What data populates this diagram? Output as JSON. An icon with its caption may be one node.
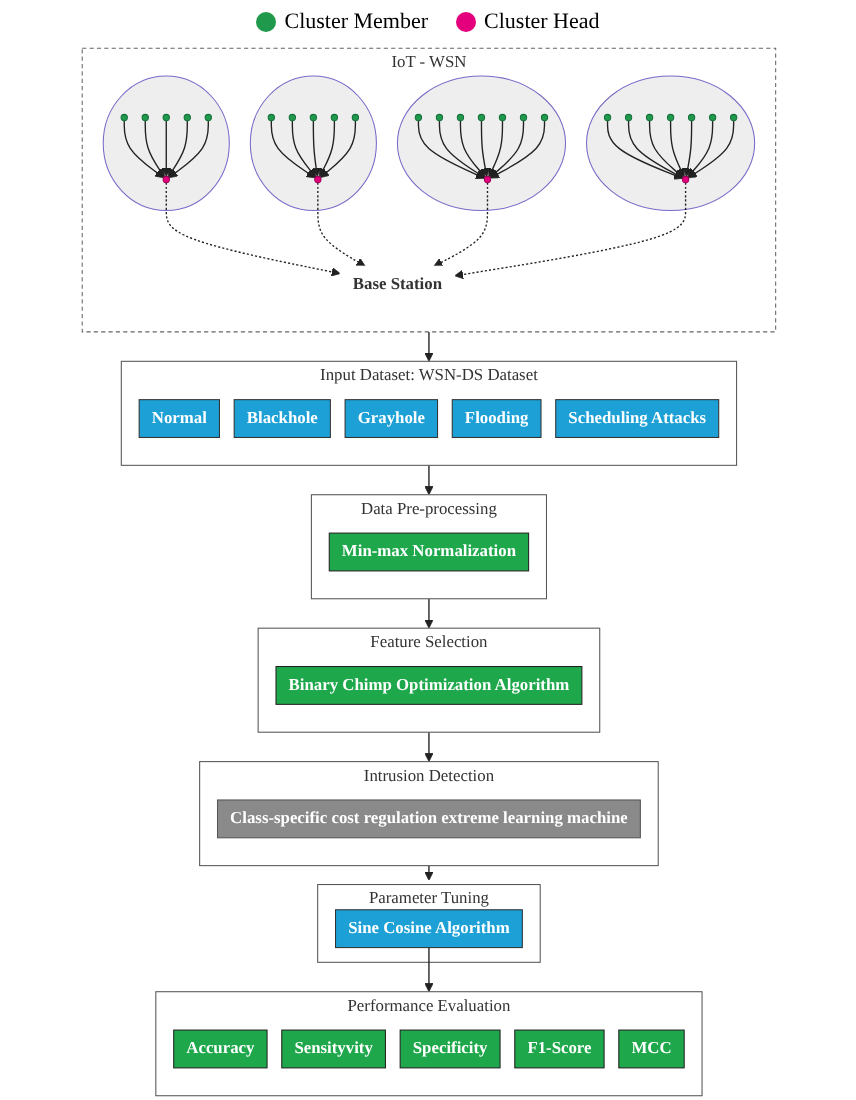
{
  "diagram": {
    "nodes": [
      {
        "text": [
          "IoT - WSN"
        ]
      },
      {
        "text": [],
        "shape": "ellipse",
        "in": 0
      },
      {
        "text": [],
        "shape": "circle",
        "in": 1
      },
      {
        "text": [],
        "shape": "circle",
        "in": 1
      },
      {
        "text": [],
        "shape": "circle",
        "in": 1
      },
      {
        "text": [],
        "shape": "circle",
        "in": 1
      },
      {
        "text": [],
        "shape": "circle",
        "in": 1
      },
      {
        "text": [],
        "shape": "circle",
        "in": 1
      },
      {
        "text": [],
        "shape": "ellipse",
        "in": 0
      },
      {
        "text": [],
        "shape": "circle",
        "in": 8
      },
      {
        "text": [],
        "shape": "circle",
        "in": 8
      },
      {
        "text": [],
        "shape": "circle",
        "in": 8
      },
      {
        "text": [],
        "shape": "circle",
        "in": 8
      },
      {
        "text": [],
        "shape": "circle",
        "in": 8
      },
      {
        "text": [],
        "shape": "circle",
        "in": 8
      },
      {
        "text": [],
        "shape": "ellipse",
        "in": 0
      },
      {
        "text": [],
        "shape": "circle",
        "in": 15
      },
      {
        "text": [],
        "shape": "circle",
        "in": 15
      },
      {
        "text": [],
        "shape": "circle",
        "in": 15
      },
      {
        "text": [],
        "shape": "circle",
        "in": 15
      },
      {
        "text": [],
        "shape": "circle",
        "in": 15
      },
      {
        "text": [],
        "shape": "circle",
        "in": 15
      },
      {
        "text": [],
        "shape": "circle",
        "in": 15
      },
      {
        "text": [],
        "shape": "circle",
        "in": 15
      },
      {
        "text": [],
        "shape": "ellipse",
        "in": 0
      },
      {
        "text": [],
        "shape": "circle",
        "in": 24
      },
      {
        "text": [],
        "shape": "circle",
        "in": 24
      },
      {
        "text": [],
        "shape": "circle",
        "in": 24
      },
      {
        "text": [],
        "shape": "circle",
        "in": 24
      },
      {
        "text": [],
        "shape": "circle",
        "in": 24
      },
      {
        "text": [],
        "shape": "circle",
        "in": 24
      },
      {
        "text": [],
        "shape": "circle",
        "in": 24
      },
      {
        "text": [],
        "shape": "circle",
        "in": 24
      },
      {
        "text": [
          "Base Station"
        ],
        "in": 0
      },
      {
        "text": [
          "Input Dataset: WSN-DS Dataset"
        ]
      },
      {
        "text": [
          "Normal"
        ],
        "in": 34
      },
      {
        "text": [
          "Blackhole"
        ],
        "in": 34
      },
      {
        "text": [
          "Grayhole"
        ],
        "in": 34
      },
      {
        "text": [
          "Flooding"
        ],
        "in": 34
      },
      {
        "text": [
          "Scheduling Attacks"
        ],
        "in": 34
      },
      {
        "text": [
          "Feature Selection"
        ]
      },
      {
        "text": [
          "Binary Chimp Optimization Algorithm"
        ],
        "in": 40
      },
      {
        "text": [
          "Data Pre-processing"
        ]
      },
      {
        "text": [
          "Min-max Normalization"
        ],
        "in": 42
      },
      {
        "text": [
          "Intrusion Detection"
        ]
      },
      {
        "text": [
          "Class-specific cost regulation extreme learning machine"
        ],
        "in": 44
      },
      {
        "text": [
          "Parameter Tuning"
        ]
      },
      {
        "text": [
          "Sine Cosine Algorithm"
        ],
        "in": 46
      },
      {
        "text": [
          "Performance Evaluation"
        ]
      },
      {
        "text": [
          "Accuracy"
        ],
        "in": 48
      },
      {
        "text": [
          "Sensityvity"
        ],
        "in": 48
      },
      {
        "text": [
          "Specificity"
        ],
        "in": 48
      },
      {
        "text": [
          "F1-Score"
        ],
        "in": 48
      },
      {
        "text": [
          "MCC"
        ],
        "in": 48
      }
    ],
    "edges": [
      {
        "from": 3,
        "to": 2,
        "arrow": "to"
      },
      {
        "from": 4,
        "to": 2,
        "arrow": "to"
      },
      {
        "from": 5,
        "to": 2,
        "arrow": "to"
      },
      {
        "from": 6,
        "to": 2,
        "arrow": "to"
      },
      {
        "from": 7,
        "to": 2,
        "arrow": "to"
      },
      {
        "from": 10,
        "to": 9,
        "arrow": "to"
      },
      {
        "from": 11,
        "to": 9,
        "arrow": "to"
      },
      {
        "from": 12,
        "to": 9,
        "arrow": "to"
      },
      {
        "from": 13,
        "to": 9,
        "arrow": "to"
      },
      {
        "from": 14,
        "to": 9,
        "arrow": "to"
      },
      {
        "from": 17,
        "to": 16,
        "arrow": "to"
      },
      {
        "from": 18,
        "to": 16,
        "arrow": "to"
      },
      {
        "from": 19,
        "to": 16,
        "arrow": "to"
      },
      {
        "from": 20,
        "to": 16,
        "arrow": "to"
      },
      {
        "from": 21,
        "to": 16,
        "arrow": "to"
      },
      {
        "from": 22,
        "to": 16,
        "arrow": "to"
      },
      {
        "from": 23,
        "to": 16,
        "arrow": "to"
      },
      {
        "from": 26,
        "to": 25,
        "arrow": "to"
      },
      {
        "from": 27,
        "to": 25,
        "arrow": "to"
      },
      {
        "from": 28,
        "to": 25,
        "arrow": "to"
      },
      {
        "from": 29,
        "to": 25,
        "arrow": "to"
      },
      {
        "from": 30,
        "to": 25,
        "arrow": "to"
      },
      {
        "from": 31,
        "to": 25,
        "arrow": "to"
      },
      {
        "from": 32,
        "to": 25,
        "arrow": "to"
      },
      {
        "from": 2,
        "to": 33,
        "arrow": "to",
        "style": "dashed"
      },
      {
        "from": 9,
        "to": 33,
        "arrow": "to",
        "style": "dashed"
      },
      {
        "from": 16,
        "to": 33,
        "arrow": "to",
        "style": "dashed"
      },
      {
        "from": 25,
        "to": 33,
        "arrow": "to",
        "style": "dashed"
      },
      {
        "from": 0,
        "to": 34,
        "arrow": "to"
      },
      {
        "from": 34,
        "to": 42,
        "arrow": "to"
      },
      {
        "from": 42,
        "to": 40,
        "arrow": "to"
      },
      {
        "from": 40,
        "to": 44,
        "arrow": "to"
      },
      {
        "from": 44,
        "to": 46,
        "arrow": "to"
      },
      {
        "from": 47,
        "to": 48,
        "arrow": "to"
      }
    ],
    "legend": [
      {
        "text": "Cluster Member",
        "color": "#1f9a4c"
      },
      {
        "text": "Cluster Head",
        "color": "#e4007c"
      }
    ]
  }
}
